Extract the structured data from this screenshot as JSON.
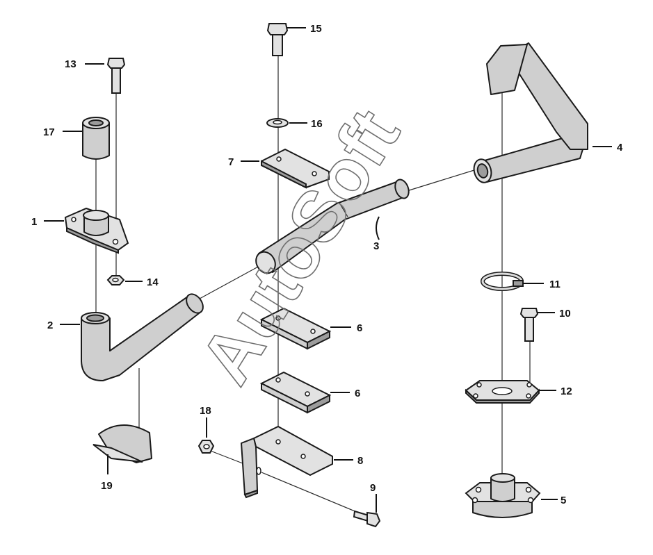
{
  "watermark": "AutoSoft",
  "callouts": [
    {
      "id": "p1",
      "label": "1"
    },
    {
      "id": "p2",
      "label": "2"
    },
    {
      "id": "p3",
      "label": "3"
    },
    {
      "id": "p4",
      "label": "4"
    },
    {
      "id": "p5",
      "label": "5"
    },
    {
      "id": "p6a",
      "label": "6"
    },
    {
      "id": "p6b",
      "label": "6"
    },
    {
      "id": "p7",
      "label": "7"
    },
    {
      "id": "p8",
      "label": "8"
    },
    {
      "id": "p9",
      "label": "9"
    },
    {
      "id": "p10",
      "label": "10"
    },
    {
      "id": "p11",
      "label": "11"
    },
    {
      "id": "p12",
      "label": "12"
    },
    {
      "id": "p13",
      "label": "13"
    },
    {
      "id": "p14",
      "label": "14"
    },
    {
      "id": "p15",
      "label": "15"
    },
    {
      "id": "p16",
      "label": "16"
    },
    {
      "id": "p17",
      "label": "17"
    },
    {
      "id": "p18",
      "label": "18"
    },
    {
      "id": "p19",
      "label": "19"
    }
  ]
}
